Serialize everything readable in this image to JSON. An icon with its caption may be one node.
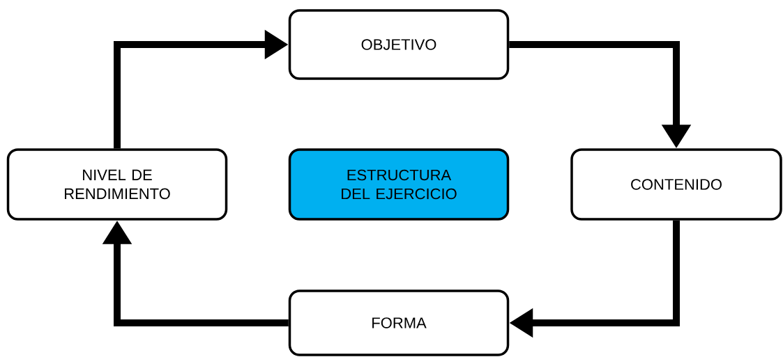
{
  "diagram": {
    "nodes": [
      {
        "text": [
          "OBJETIVO"
        ]
      },
      {
        "text": [
          "NIVEL DE RENDIMIENTO"
        ]
      },
      {
        "text": [
          "ESTRUCTURA DEL EJERCICIO"
        ]
      },
      {
        "text": [
          "CONTENIDO"
        ]
      },
      {
        "text": [
          "FORMA"
        ]
      }
    ],
    "edges": [
      {
        "from": 1,
        "to": 0,
        "arrow": "to"
      },
      {
        "from": 0,
        "to": 3,
        "arrow": "to"
      },
      {
        "from": 3,
        "to": 4,
        "arrow": "to"
      },
      {
        "from": 4,
        "to": 1,
        "arrow": "to"
      }
    ]
  }
}
